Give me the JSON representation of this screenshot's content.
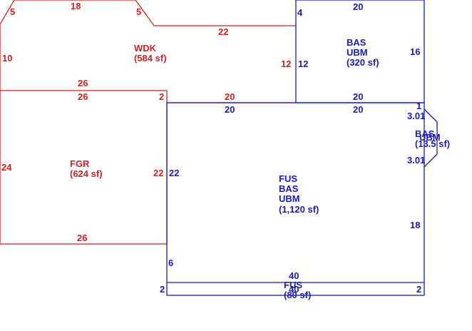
{
  "colors": {
    "deck": "#d42020",
    "house": "#1a1ab8"
  },
  "areas": {
    "wdk": {
      "code": "WDK",
      "area": "(584 sf)"
    },
    "fgr": {
      "code": "FGR",
      "area": "(624 sf)"
    },
    "bas_top": {
      "line1": "BAS",
      "line2": "UBM",
      "area": "(320 sf)"
    },
    "main": {
      "line1": "FUS",
      "line2": "BAS",
      "line3": "UBM",
      "area": "(1,120 sf)"
    },
    "bay": {
      "code": "BAS",
      "extra": "UBM",
      "area": "(13.5 sf)"
    },
    "strip": {
      "code": "FUS",
      "area": "(80 sf)"
    }
  },
  "dims": {
    "wdk_5_left": "5",
    "wdk_18": "18",
    "wdk_5_right": "5",
    "wdk_22": "22",
    "wdk_10": "10",
    "wdk_12": "12",
    "wdk_26": "26",
    "fgr_26_top": "26",
    "fgr_2": "2",
    "red_20": "20",
    "fgr_24": "24",
    "fgr_22": "22",
    "fgr_26_bottom": "26",
    "bas_top_20_top": "20",
    "bas_top_4": "4",
    "bas_top_16": "16",
    "bas_top_12": "12",
    "bas_top_20_bottom": "20",
    "main_20_left": "20",
    "main_20_right": "20",
    "main_1": "1",
    "bay_301_top": "3.01",
    "bay_301_bottom": "3.01",
    "main_22": "22",
    "main_18": "18",
    "main_6": "6",
    "strip_40": "40",
    "strip_40_overlap": "40",
    "strip_2_left": "2",
    "strip_2_right": "2"
  }
}
